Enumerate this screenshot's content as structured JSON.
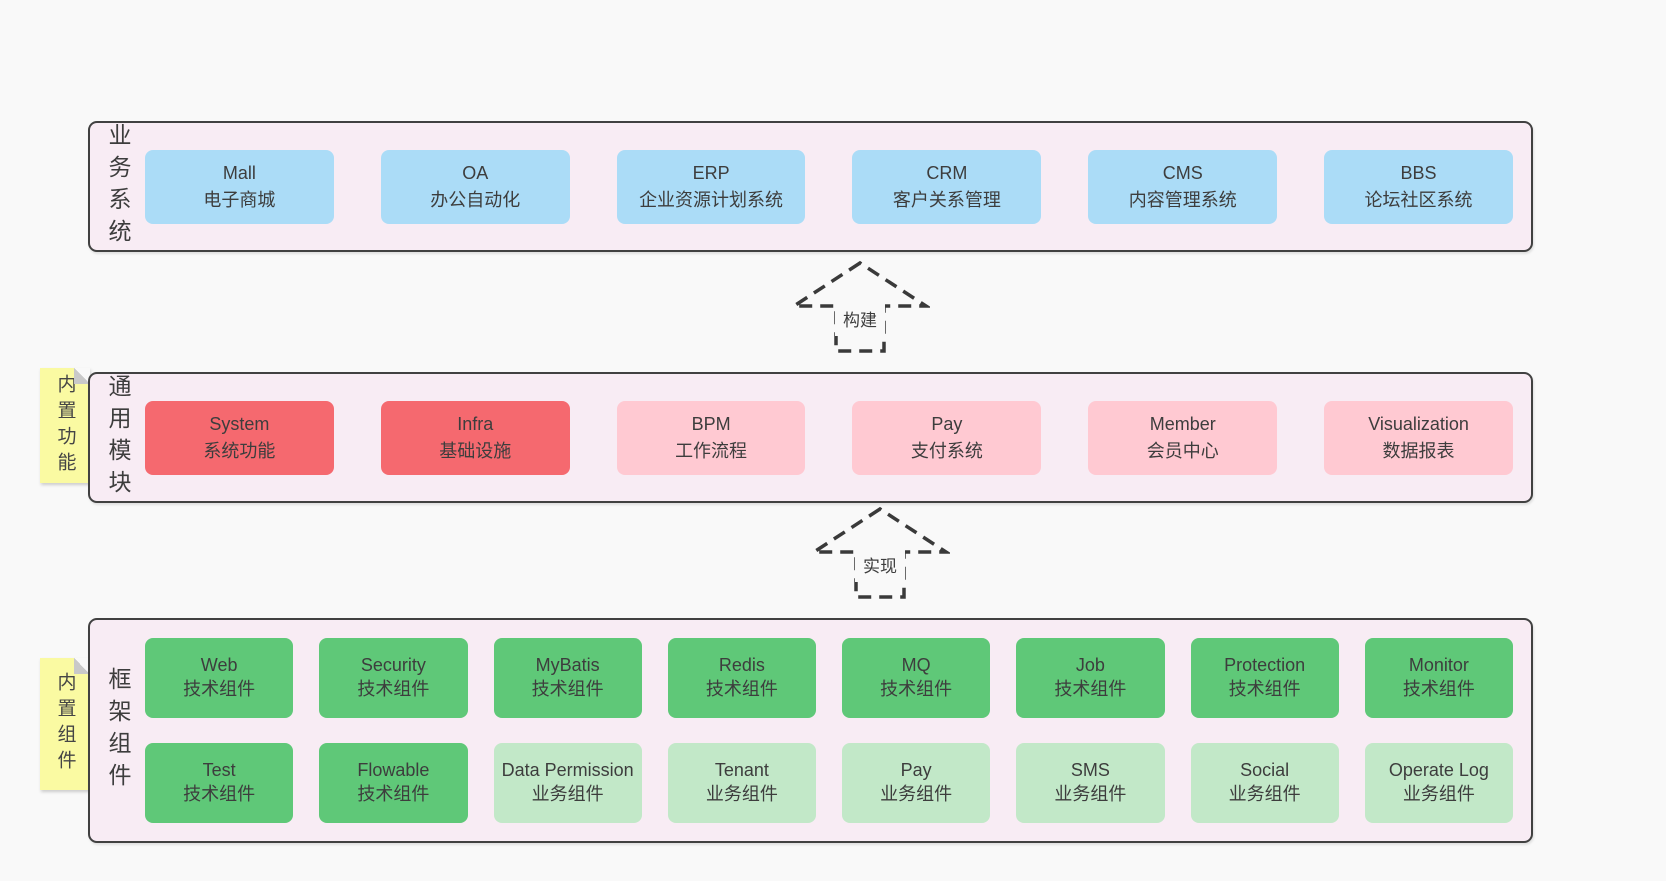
{
  "page": {
    "background": "#f9f9f9"
  },
  "colors": {
    "panel_bg": "#f8ecf4",
    "panel_border": "#414141",
    "box_blue": "#abdcf7",
    "box_red": "#f5696f",
    "box_pink": "#ffc9d2",
    "box_green": "#5fc878",
    "box_green_light": "#c2e8c8",
    "sticky_yellow": "#fafaa2",
    "fold_gray": "#c9c9c9",
    "text": "#3d3d3d"
  },
  "arrows": [
    {
      "label": "构建"
    },
    {
      "label": "实现"
    }
  ],
  "sections": [
    {
      "label": "业务系统",
      "sticky": null,
      "rows": [
        [
          {
            "name": "Mall",
            "desc": "电子商城",
            "variant": "blue"
          },
          {
            "name": "OA",
            "desc": "办公自动化",
            "variant": "blue"
          },
          {
            "name": "ERP",
            "desc": "企业资源计划系统",
            "variant": "blue"
          },
          {
            "name": "CRM",
            "desc": "客户关系管理",
            "variant": "blue"
          },
          {
            "name": "CMS",
            "desc": "内容管理系统",
            "variant": "blue"
          },
          {
            "name": "BBS",
            "desc": "论坛社区系统",
            "variant": "blue"
          }
        ]
      ]
    },
    {
      "label": "通用模块",
      "sticky": "内置功能",
      "rows": [
        [
          {
            "name": "System",
            "desc": "系统功能",
            "variant": "red"
          },
          {
            "name": "Infra",
            "desc": "基础设施",
            "variant": "red"
          },
          {
            "name": "BPM",
            "desc": "工作流程",
            "variant": "pink"
          },
          {
            "name": "Pay",
            "desc": "支付系统",
            "variant": "pink"
          },
          {
            "name": "Member",
            "desc": "会员中心",
            "variant": "pink"
          },
          {
            "name": "Visualization",
            "desc": "数据报表",
            "variant": "pink"
          }
        ]
      ]
    },
    {
      "label": "框架组件",
      "sticky": "内置组件",
      "rows": [
        [
          {
            "name": "Web",
            "desc": "技术组件",
            "variant": "green"
          },
          {
            "name": "Security",
            "desc": "技术组件",
            "variant": "green"
          },
          {
            "name": "MyBatis",
            "desc": "技术组件",
            "variant": "green"
          },
          {
            "name": "Redis",
            "desc": "技术组件",
            "variant": "green"
          },
          {
            "name": "MQ",
            "desc": "技术组件",
            "variant": "green"
          },
          {
            "name": "Job",
            "desc": "技术组件",
            "variant": "green"
          },
          {
            "name": "Protection",
            "desc": "技术组件",
            "variant": "green"
          },
          {
            "name": "Monitor",
            "desc": "技术组件",
            "variant": "green"
          }
        ],
        [
          {
            "name": "Test",
            "desc": "技术组件",
            "variant": "green"
          },
          {
            "name": "Flowable",
            "desc": "技术组件",
            "variant": "green"
          },
          {
            "name": "Data Permission",
            "desc": "业务组件",
            "variant": "green-light"
          },
          {
            "name": "Tenant",
            "desc": "业务组件",
            "variant": "green-light"
          },
          {
            "name": "Pay",
            "desc": "业务组件",
            "variant": "green-light"
          },
          {
            "name": "SMS",
            "desc": "业务组件",
            "variant": "green-light"
          },
          {
            "name": "Social",
            "desc": "业务组件",
            "variant": "green-light"
          },
          {
            "name": "Operate Log",
            "desc": "业务组件",
            "variant": "green-light"
          }
        ]
      ]
    }
  ]
}
